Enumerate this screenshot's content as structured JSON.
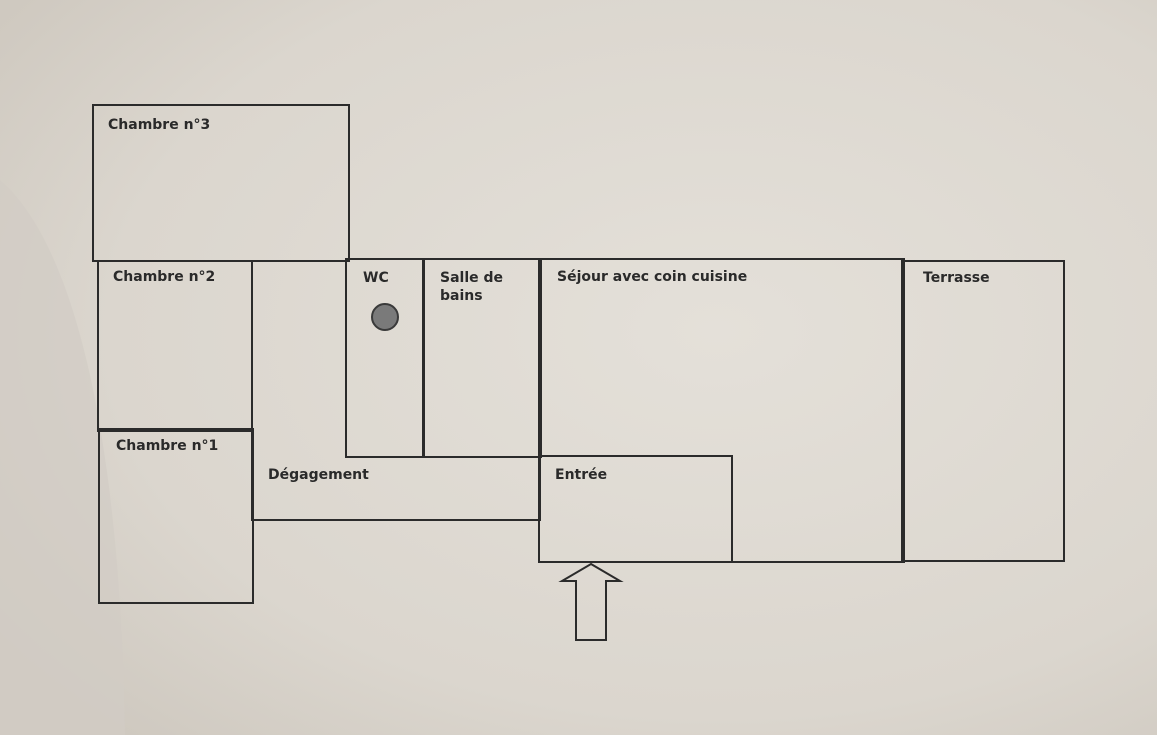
{
  "plan": {
    "rooms": {
      "chambre3": "Chambre n°3",
      "chambre2": "Chambre n°2",
      "chambre1": "Chambre n°1",
      "wc": "WC",
      "salle_de_bains_line1": "Salle de",
      "salle_de_bains_line2": "bains",
      "sejour": "Séjour avec coin cuisine",
      "terrasse": "Terrasse",
      "degagement": "Dégagement",
      "entree": "Entrée"
    }
  },
  "colors": {
    "paper": "#dcd7cf",
    "wall": "#2b2b2b",
    "marker": "#7a7a7a"
  },
  "icons": {
    "wc_marker": "filled-circle",
    "entry": "up-arrow"
  }
}
